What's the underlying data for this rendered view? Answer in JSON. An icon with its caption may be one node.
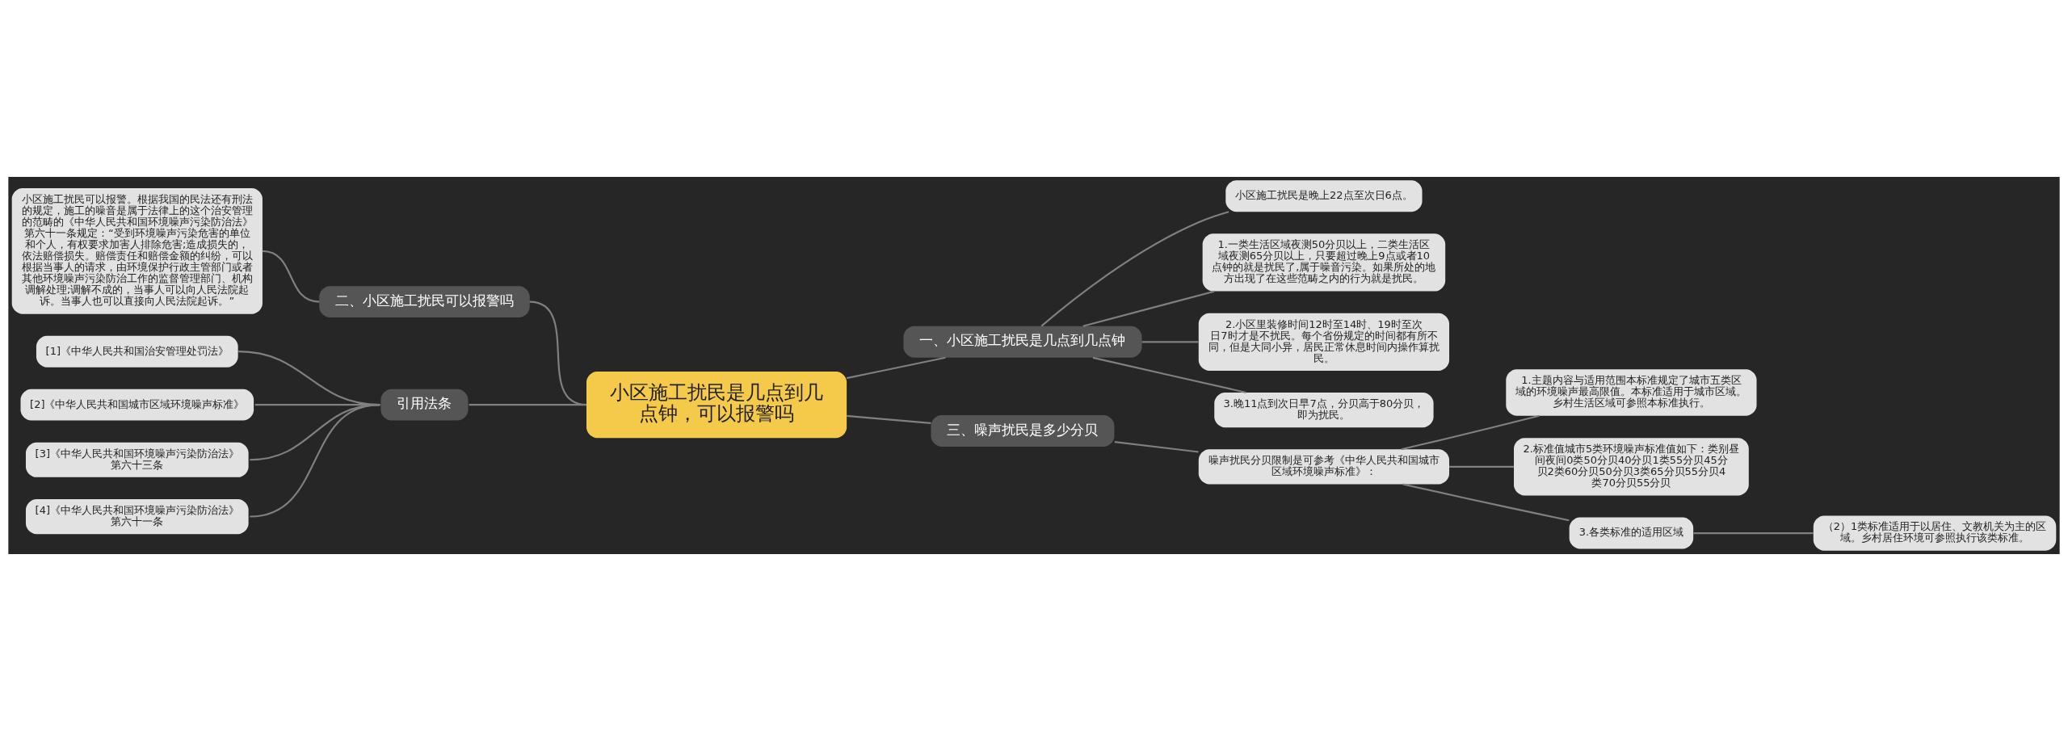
{
  "diagram": {
    "nodes": [
      {
        "text": [
          "小区施工扰民是几点到几点钟，可以报警吗"
        ]
      },
      {
        "text": [
          "一、小区施工扰民是几点到几点钟"
        ]
      },
      {
        "text": [
          "小区施工扰民是晚上22点至次日6点。"
        ]
      },
      {
        "text": [
          "1.一类生活区域夜测50分贝以上，二类生活区域夜测65分贝以上，只要超过晚上9点或者10点钟的就是扰民了,属于噪音污染。如果所处的地方出现了在这些范畴之内的行为就是扰民。"
        ]
      },
      {
        "text": [
          "2.小区里装修时间12时至14时、19时至次日7时才是不扰民。每个省份规定的时间都有所不同，但是大同小异，居民正常休息时间内操作算扰民。"
        ]
      },
      {
        "text": [
          "3.晚11点到次日早7点，分贝高于80分贝，即为扰民。"
        ]
      },
      {
        "text": [
          "二、小区施工扰民可以报警吗"
        ]
      },
      {
        "text": [
          "小区施工扰民可以报警。根据我国的民法还有刑法的规定，施工的噪音是属于法律上的这个治安管理的范畴的《中华人民共和国环境噪声污染防治法》第六十一条规定：“受到环境噪声污染危害的单位和个人，有权要求加害人排除危害;造成损失的，依法赔偿损失。赔偿责任和赔偿金额的纠纷，可以根据当事人的请求，由环境保护行政主管部门或者其他环境噪声污染防治工作的监督管理部门、机构调解处理;调解不成的，当事人可以向人民法院起诉。当事人也可以直接向人民法院起诉。”"
        ]
      },
      {
        "text": [
          "三、噪声扰民是多少分贝"
        ]
      },
      {
        "text": [
          "噪声扰民分贝限制是可参考《中华人民共和国城市区域环境噪声标准》："
        ]
      },
      {
        "text": [
          "1.主题内容与适用范围本标准规定了城市五类区域的环境噪声最高限值。本标准适用于城市区域。乡村生活区域可参照本标准执行。"
        ]
      },
      {
        "text": [
          "2.标准值城市5类环境噪声标准值如下：类别昼间夜间0类50分贝40分贝1类55分贝45分贝2类60分贝50分贝3类65分贝55分贝4类70分贝55分贝"
        ]
      },
      {
        "text": [
          "3.各类标准的适用区域"
        ]
      },
      {
        "text": [
          "（2）1类标准适用于以居住、文教机关为主的区域。乡村居住环境可参照执行该类标准。"
        ]
      },
      {
        "text": [
          "引用法条"
        ]
      },
      {
        "text": [
          "[1]《中华人民共和国治安管理处罚法》"
        ]
      },
      {
        "text": [
          "[2]《中华人民共和国城市区域环境噪声标准》"
        ]
      },
      {
        "text": [
          "[3]《中华人民共和国环境噪声污染防治法》第六十三条"
        ]
      },
      {
        "text": [
          "[4]《中华人民共和国环境噪声污染防治法》第六十一条"
        ]
      }
    ],
    "edges": [
      {
        "from": 0,
        "to": 1,
        "arrow": "none"
      },
      {
        "from": 1,
        "to": 2,
        "arrow": "none"
      },
      {
        "from": 1,
        "to": 3,
        "arrow": "none"
      },
      {
        "from": 1,
        "to": 4,
        "arrow": "none"
      },
      {
        "from": 1,
        "to": 5,
        "arrow": "none"
      },
      {
        "from": 0,
        "to": 6,
        "arrow": "none"
      },
      {
        "from": 6,
        "to": 7,
        "arrow": "none"
      },
      {
        "from": 0,
        "to": 8,
        "arrow": "none"
      },
      {
        "from": 8,
        "to": 9,
        "arrow": "none"
      },
      {
        "from": 9,
        "to": 10,
        "arrow": "none"
      },
      {
        "from": 9,
        "to": 11,
        "arrow": "none"
      },
      {
        "from": 9,
        "to": 12,
        "arrow": "none"
      },
      {
        "from": 12,
        "to": 13,
        "arrow": "none"
      },
      {
        "from": 0,
        "to": 14,
        "arrow": "none"
      },
      {
        "from": 14,
        "to": 15,
        "arrow": "none"
      },
      {
        "from": 14,
        "to": 16,
        "arrow": "none"
      },
      {
        "from": 14,
        "to": 17,
        "arrow": "none"
      },
      {
        "from": 14,
        "to": 18,
        "arrow": "none"
      }
    ]
  }
}
